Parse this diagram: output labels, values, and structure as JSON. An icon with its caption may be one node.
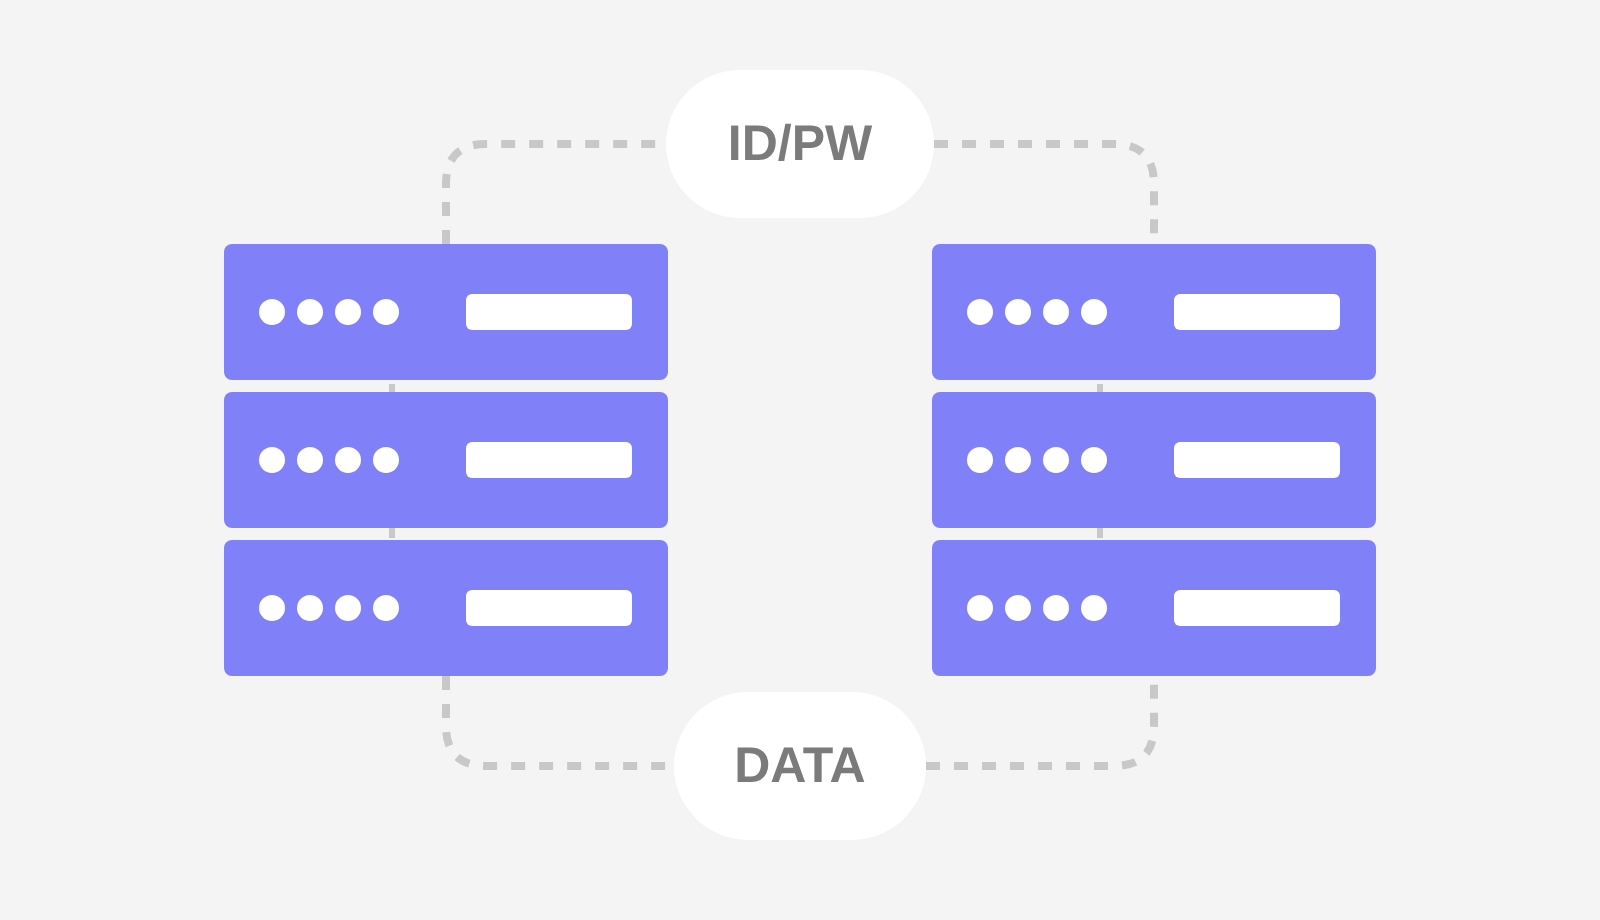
{
  "diagram": {
    "nodes": [
      {
        "text": [
          "ID/PW"
        ]
      },
      {
        "text": [],
        "shape": "server"
      },
      {
        "text": [],
        "shape": "server"
      },
      {
        "text": [
          "DATA"
        ]
      }
    ],
    "edges": [
      {
        "from": 1,
        "to": 0,
        "arrow": "none",
        "style": "dashed"
      },
      {
        "from": 0,
        "to": 2,
        "arrow": "none",
        "style": "dashed"
      },
      {
        "from": 1,
        "to": 3,
        "arrow": "none",
        "style": "dashed"
      },
      {
        "from": 3,
        "to": 2,
        "arrow": "none",
        "style": "dashed"
      }
    ]
  }
}
